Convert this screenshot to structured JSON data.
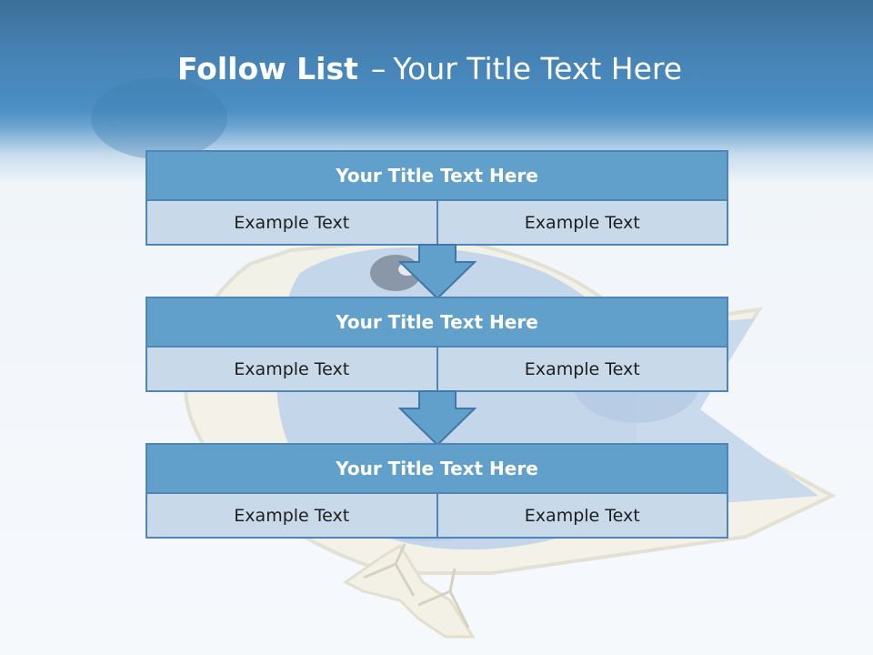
{
  "slide": {
    "title_bold": "Follow List",
    "title_dash": "–",
    "title_rest": "Your Title Text Here"
  },
  "blocks": [
    {
      "title": "Your Title Text Here",
      "left": "Example Text",
      "right": "Example Text"
    },
    {
      "title": "Your Title Text Here",
      "left": "Example Text",
      "right": "Example Text"
    },
    {
      "title": "Your Title Text Here",
      "left": "Example Text",
      "right": "Example Text"
    }
  ],
  "colors": {
    "header": "#4682b4",
    "block_title": "#62a0cc",
    "block_cell": "#c8d9ea",
    "border": "#4f86b7",
    "arrow": "#62a0cc"
  }
}
